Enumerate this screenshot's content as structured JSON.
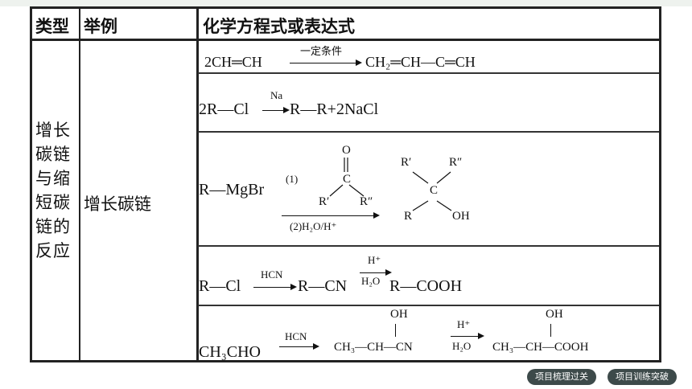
{
  "header": {
    "col_type": "类型",
    "col_example": "举例",
    "col_equation": "化学方程式或表达式"
  },
  "type_label": "增长碳链与缩短碳链的反应",
  "example_label": "增长碳链",
  "rows": {
    "r1": {
      "reactant": "2CH═CH",
      "condition": "一定条件",
      "product": "CH₂═CH—C═CH"
    },
    "r2": {
      "reactant": "2R—Cl",
      "condition": "Na",
      "product": "R—R+2NaCl"
    },
    "r3": {
      "reactant": "R—MgBr",
      "step1": "(1)",
      "step2": "(2)H₂O/H⁺",
      "ketone_o": "O",
      "ketone_c": "C",
      "ketone_r1": "R′",
      "ketone_r2": "R″",
      "prod_r1": "R′",
      "prod_r2": "R″",
      "prod_c": "C",
      "prod_r": "R",
      "prod_oh": "OH"
    },
    "r4": {
      "reactant": "R—Cl",
      "cond1": "HCN",
      "intermediate": "R—CN",
      "cond2_top": "H⁺",
      "cond2_bottom": "H₂O",
      "product": "R—COOH"
    },
    "r5": {
      "reactant": "CH₃CHO",
      "cond1": "HCN",
      "int_oh": "OH",
      "intermediate": "CH₃—CH—CN",
      "cond2_top": "H⁺",
      "cond2_bottom": "H₂O",
      "prod_oh": "OH",
      "product": "CH₃—CH—COOH"
    }
  },
  "buttons": {
    "review": "项目梳理过关",
    "training": "项目训练突破"
  }
}
